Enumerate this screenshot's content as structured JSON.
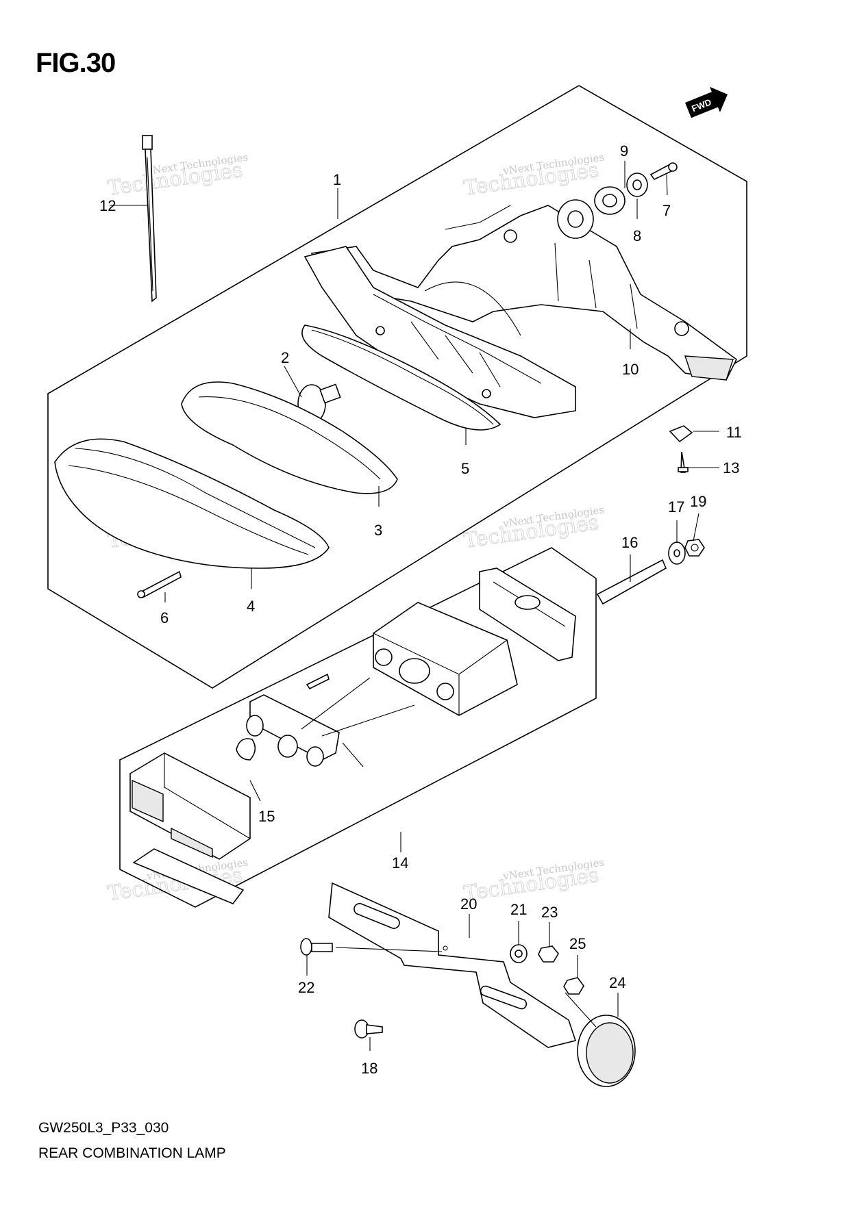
{
  "figure": {
    "title": "FIG.30",
    "code": "GW250L3_P33_030",
    "name": "REAR COMBINATION LAMP",
    "fwd_label": "FWD"
  },
  "watermark": {
    "line1": "vNext Technologies",
    "line2": "Technologies"
  },
  "callouts": [
    "1",
    "2",
    "3",
    "4",
    "5",
    "6",
    "7",
    "8",
    "9",
    "10",
    "11",
    "12",
    "13",
    "14",
    "15",
    "16",
    "17",
    "19",
    "18",
    "20",
    "21",
    "22",
    "23",
    "24",
    "25"
  ]
}
